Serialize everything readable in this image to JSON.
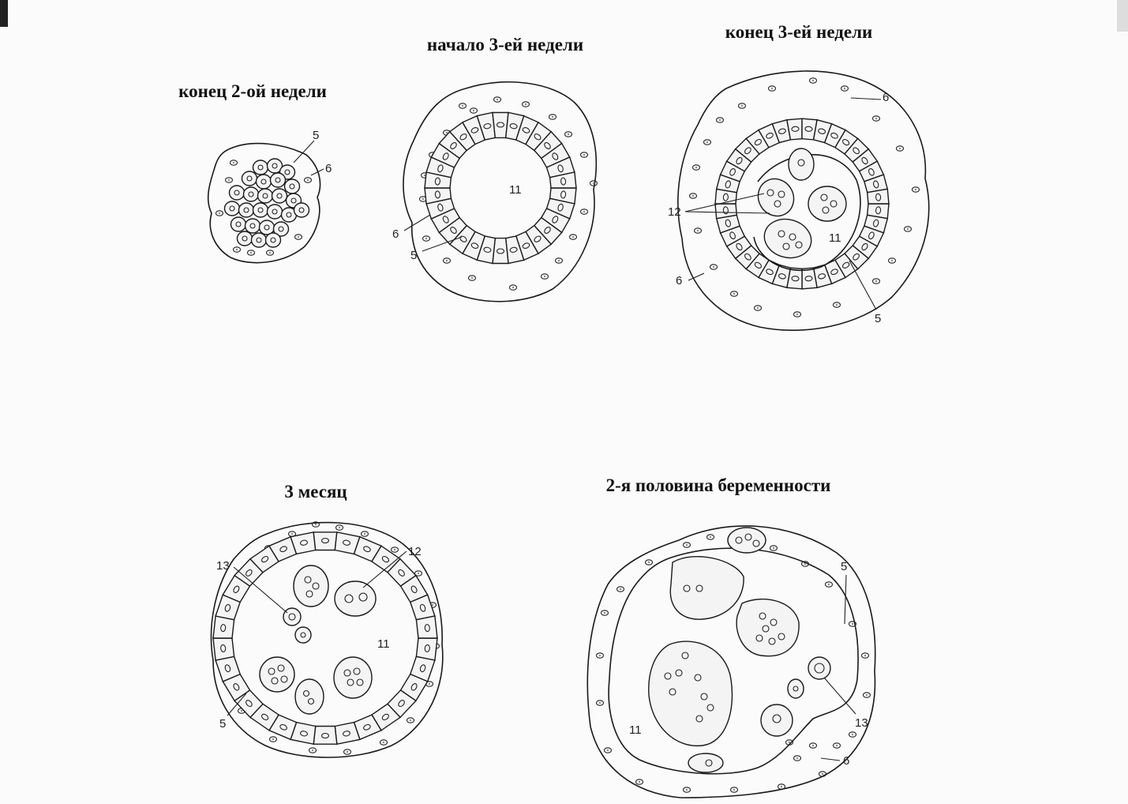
{
  "stages": [
    {
      "id": "s1",
      "title": "конец 2-ой недели",
      "labels": [
        "5",
        "6"
      ]
    },
    {
      "id": "s2",
      "title": "начало 3-ей недели",
      "labels": [
        "11",
        "6",
        "5"
      ]
    },
    {
      "id": "s3",
      "title": "конец 3-ей недели",
      "labels": [
        "6",
        "12",
        "11",
        "6",
        "5"
      ]
    },
    {
      "id": "s4",
      "title": "3 месяц",
      "labels": [
        "13",
        "12",
        "11",
        "5"
      ]
    },
    {
      "id": "s5",
      "title": "2-я половина беременности",
      "labels": [
        "5",
        "11",
        "13",
        "6"
      ]
    }
  ]
}
